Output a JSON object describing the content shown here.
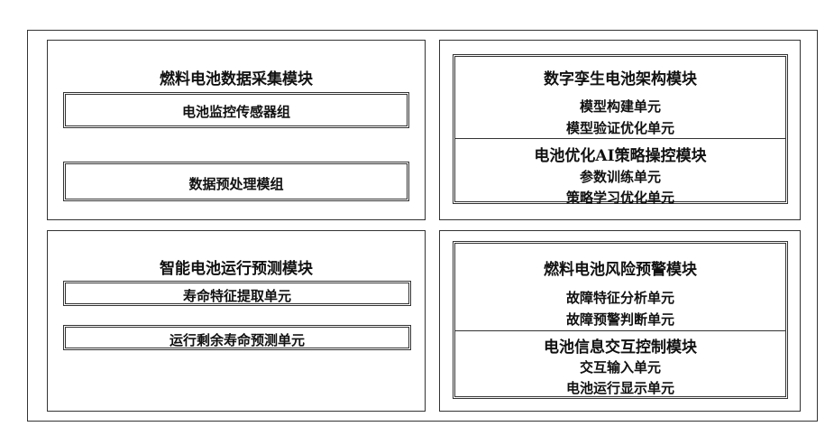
{
  "modules": {
    "collect": {
      "title": "燃料电池数据采集模块",
      "items": [
        "电池监控传感器组",
        "数据预处理模组"
      ]
    },
    "digital_twin": {
      "title": "数字孪生电池架构模块",
      "items": [
        "模型构建单元",
        "模型验证优化单元"
      ]
    },
    "ai_control": {
      "title": "电池优化AI策略操控模块",
      "items": [
        "参数训练单元",
        "策略学习优化单元"
      ]
    },
    "predict": {
      "title": "智能电池运行预测模块",
      "items": [
        "寿命特征提取单元",
        "运行剩余寿命预测单元"
      ]
    },
    "risk": {
      "title": "燃料电池风险预警模块",
      "items": [
        "故障特征分析单元",
        "故障预警判断单元"
      ]
    },
    "interaction": {
      "title": "电池信息交互控制模块",
      "items": [
        "交互输入单元",
        "电池运行显示单元"
      ]
    }
  }
}
